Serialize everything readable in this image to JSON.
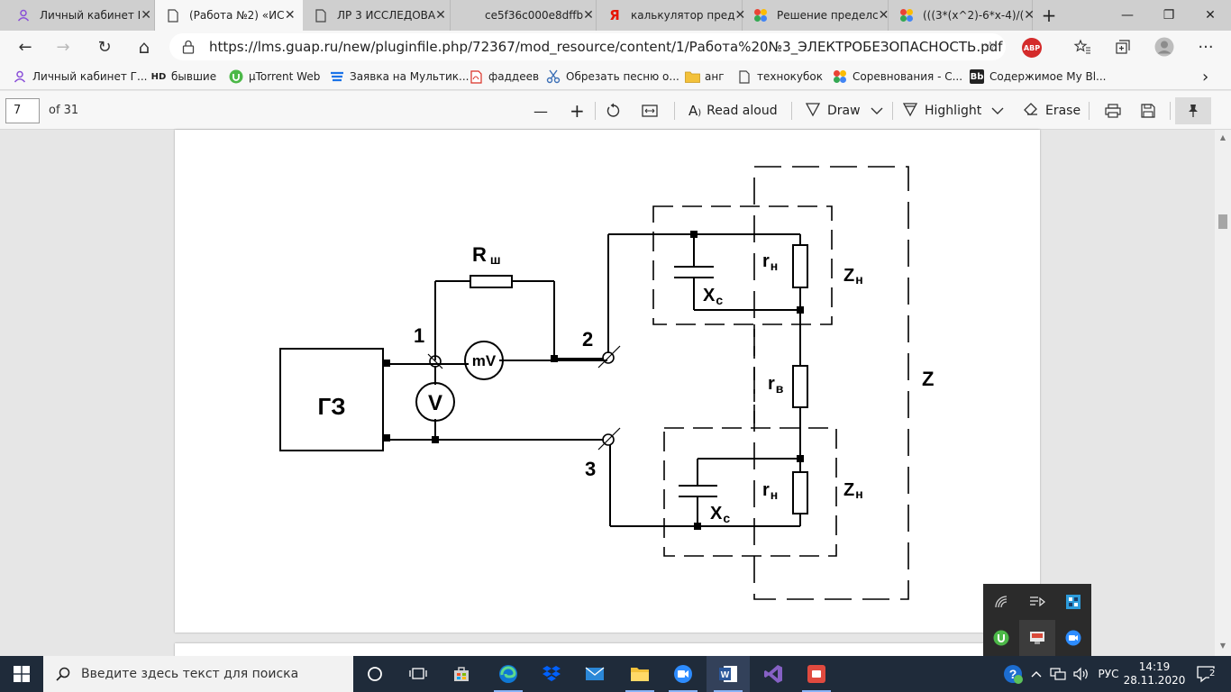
{
  "browser": {
    "tabs": [
      {
        "title": "Личный кабинет I",
        "icon": "user-icon"
      },
      {
        "title": "(Работа №2) «ИС",
        "icon": "document-icon",
        "active": true
      },
      {
        "title": "ЛР 3 ИССЛЕДОВА",
        "icon": "document-icon"
      },
      {
        "title": "ce5f36c000e8dffb",
        "icon": "blank-icon"
      },
      {
        "title": "калькулятор пред",
        "icon": "yandex-icon"
      },
      {
        "title": "Решение пределс",
        "icon": "colorful-icon"
      },
      {
        "title": "(((3*(x^2)-6*x-4)/(",
        "icon": "colorful-icon"
      }
    ],
    "new_tab": "+",
    "window": {
      "minimize": "—",
      "restore": "❐",
      "close": "✕"
    },
    "nav": {
      "back": "←",
      "forward": "→",
      "refresh": "↻",
      "home": "⌂"
    },
    "url": "https://lms.guap.ru/new/pluginfile.php/72367/mod_resource/content/1/Работа%20N%C2%B03_ЭЛЕКТРОБЕЗОПАСНОСТЬ.pdf",
    "url_display": "https://lms.guap.ru/new/pluginfile.php/72367/mod_resource/content/1/Работа%20№3_ЭЛЕКТРОБЕЗОПАСНОСТЬ.pdf",
    "star": "☆",
    "abp_label": "ABP",
    "menu": "···"
  },
  "bookmarks": [
    {
      "label": "Личный кабинет Г...",
      "icon": "user-icon"
    },
    {
      "label": "бывшие",
      "icon": "hd-icon",
      "icon_text": "HD"
    },
    {
      "label": "µTorrent Web",
      "icon": "utorrent-icon"
    },
    {
      "label": "Заявка на Мультик...",
      "icon": "stack-icon"
    },
    {
      "label": "фаддеев",
      "icon": "pdf-icon"
    },
    {
      "label": "Обрезать песню о...",
      "icon": "scissors-icon"
    },
    {
      "label": "анг",
      "icon": "folder-icon"
    },
    {
      "label": "технокубок",
      "icon": "document-icon"
    },
    {
      "label": "Соревнования - С...",
      "icon": "colorful-icon"
    },
    {
      "label": "Содержимое My Bl...",
      "icon": "bb-icon",
      "icon_text": "Bb"
    }
  ],
  "bookmarks_more": "›",
  "pdf_toolbar": {
    "page_number": "7",
    "page_count": "of 31",
    "zoom_out": "—",
    "zoom_in": "+",
    "read_aloud": "Read aloud",
    "draw": "Draw",
    "highlight": "Highlight",
    "erase": "Erase"
  },
  "diagram": {
    "generator": "ГЗ",
    "shunt_label": "R",
    "shunt_sub": "ш",
    "millivoltmeter": "mV",
    "voltmeter": "V",
    "node1": "1",
    "node2": "2",
    "node3": "3",
    "r_load_top": "r",
    "r_load_top_sub": "н",
    "x_c_top": "X",
    "x_c_top_sub": "c",
    "z_load_top": "Z",
    "z_load_top_sub": "н",
    "r_body": "r",
    "r_body_sub": "в",
    "z_total": "Z",
    "r_load_bottom": "r",
    "r_load_bottom_sub": "н",
    "x_c_bottom": "X",
    "x_c_bottom_sub": "c",
    "z_load_bottom": "Z",
    "z_load_bottom_sub": "н"
  },
  "taskbar": {
    "search_placeholder": "Введите здесь текст для поиска",
    "language": "РУС",
    "time": "14:19",
    "date": "28.11.2020",
    "notifications": "2"
  },
  "colors": {
    "taskbar": "#1f2b3a",
    "tab_inactive": "#cfcfcf",
    "toolbar": "#f7f7f7",
    "viewer_bg": "#e6e6e6"
  }
}
